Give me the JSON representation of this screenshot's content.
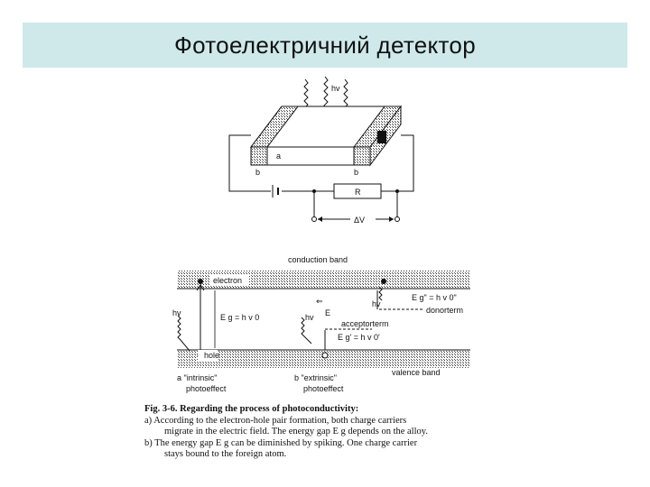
{
  "title": "Фотоелектричний детектор",
  "top_diagram": {
    "photon": "hv",
    "label_a": "a",
    "label_b_left": "b",
    "label_b_right": "b",
    "label_R": "R",
    "label_dV": "ΔV"
  },
  "band_diagram": {
    "conduction_band": "conduction band",
    "valence_band": "valence band",
    "electron": "electron",
    "hole": "hole",
    "hv_a": "hv",
    "eg_a": "E g = h v 0",
    "hv_b": "hv",
    "field": "E",
    "acceptorterm": "acceptorterm",
    "eg_acceptor": "E g' = h v 0'",
    "hv_donor": "hv",
    "eg_donor": "E g\" = h v 0\"",
    "donorterm": "donorterm",
    "caption_a_1": "a  \"intrinsic\"",
    "caption_a_2": "photoeffect",
    "caption_b_1": "b  \"extrinsic\"",
    "caption_b_2": "photoeffect"
  },
  "caption": {
    "line1": "Fig. 3-6. Regarding the process of photoconductivity:",
    "line2": "a)  According to the electron-hole pair formation, both charge carriers",
    "line3": "migrate in the electric field. The energy gap E g depends on the alloy.",
    "line4": "b)  The energy gap E g can be diminished by spiking. One charge carrier",
    "line5": "stays bound to the foreign atom."
  }
}
